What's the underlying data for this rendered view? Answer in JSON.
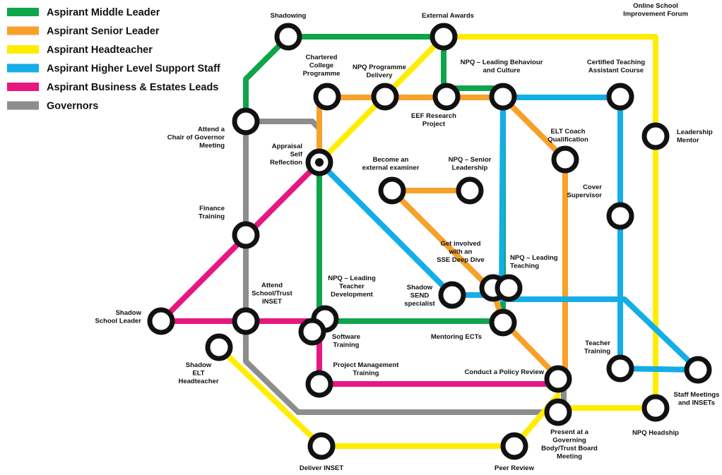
{
  "colors": {
    "green": "#0ea54b",
    "orange": "#f7a12b",
    "yellow": "#ffed00",
    "blue": "#13aee6",
    "magenta": "#e6177f",
    "grey": "#8d8d8d",
    "ring": "#111111"
  },
  "legend": [
    {
      "line": "green",
      "label": "Aspirant Middle Leader"
    },
    {
      "line": "orange",
      "label": "Aspirant Senior Leader"
    },
    {
      "line": "yellow",
      "label": "Aspirant Headteacher"
    },
    {
      "line": "blue",
      "label": "Aspirant Higher Level Support Staff"
    },
    {
      "line": "magenta",
      "label": "Aspirant Business & Estates Leads"
    },
    {
      "line": "grey",
      "label": "Governors"
    }
  ],
  "stations": [
    {
      "id": "shadowing",
      "label": [
        "Shadowing"
      ]
    },
    {
      "id": "external_awards",
      "label": [
        "External Awards"
      ]
    },
    {
      "id": "online_forum",
      "label": [
        "Online School",
        "Improvement Forum"
      ]
    },
    {
      "id": "chartered_college",
      "label": [
        "Chartered",
        "College",
        "Programme"
      ]
    },
    {
      "id": "npq_delivery",
      "label": [
        "NPQ Programme",
        "Delivery"
      ]
    },
    {
      "id": "eef_research",
      "label": [
        "EEF Research",
        "Project"
      ]
    },
    {
      "id": "npq_behaviour",
      "label": [
        "NPQ – Leading Behaviour",
        "and Culture"
      ]
    },
    {
      "id": "certified_ta",
      "label": [
        "Certified Teaching",
        "Assistant Course"
      ]
    },
    {
      "id": "chair_governor",
      "label": [
        "Attend a",
        "Chair of Governor",
        "Meeting"
      ]
    },
    {
      "id": "leadership_mentor",
      "label": [
        "Leadership",
        "Mentor"
      ]
    },
    {
      "id": "elt_coach",
      "label": [
        "ELT Coach",
        "Qualification"
      ]
    },
    {
      "id": "appraisal",
      "label": [
        "Appraisal",
        "Self",
        "Reflection"
      ]
    },
    {
      "id": "external_examiner",
      "label": [
        "Become an",
        "external examiner"
      ]
    },
    {
      "id": "npq_senior",
      "label": [
        "NPQ – Senior",
        "Leadership"
      ]
    },
    {
      "id": "cover_supervisor",
      "label": [
        "Cover",
        "Supervisor"
      ]
    },
    {
      "id": "finance_training",
      "label": [
        "Finance",
        "Training"
      ]
    },
    {
      "id": "sse_deep_dive",
      "label": [
        "Get involved",
        "with an",
        "SSE Deep Dive"
      ]
    },
    {
      "id": "npq_teaching",
      "label": [
        "NPQ – Leading",
        "Teaching"
      ]
    },
    {
      "id": "shadow_send",
      "label": [
        "Shadow",
        "SEND",
        "specialist"
      ]
    },
    {
      "id": "npq_teacher_dev",
      "label": [
        "NPQ – Leading",
        "Teacher",
        "Development"
      ]
    },
    {
      "id": "school_inset",
      "label": [
        "Attend",
        "School/Trust",
        "INSET"
      ]
    },
    {
      "id": "shadow_school_leader",
      "label": [
        "Shadow",
        "School Leader"
      ]
    },
    {
      "id": "software_training",
      "label": [
        "Software",
        "Training"
      ]
    },
    {
      "id": "mentoring_ects",
      "label": [
        "Mentoring ECTs"
      ]
    },
    {
      "id": "shadow_elt_head",
      "label": [
        "Shadow",
        "ELT",
        "Headteacher"
      ]
    },
    {
      "id": "teacher_training",
      "label": [
        "Teacher",
        "Training"
      ]
    },
    {
      "id": "staff_meetings",
      "label": [
        "Staff Meetings",
        "and INSETs"
      ]
    },
    {
      "id": "project_management",
      "label": [
        "Project Management",
        "Training"
      ]
    },
    {
      "id": "policy_review",
      "label": [
        "Conduct a Policy Review"
      ]
    },
    {
      "id": "governing_body",
      "label": [
        "Present at a",
        "Governing",
        "Body/Trust Board",
        "Meeting"
      ]
    },
    {
      "id": "npq_headship",
      "label": [
        "NPQ Headship"
      ]
    },
    {
      "id": "deliver_inset",
      "label": [
        "Deliver INSET"
      ]
    },
    {
      "id": "peer_review",
      "label": [
        "Peer Review"
      ]
    }
  ]
}
